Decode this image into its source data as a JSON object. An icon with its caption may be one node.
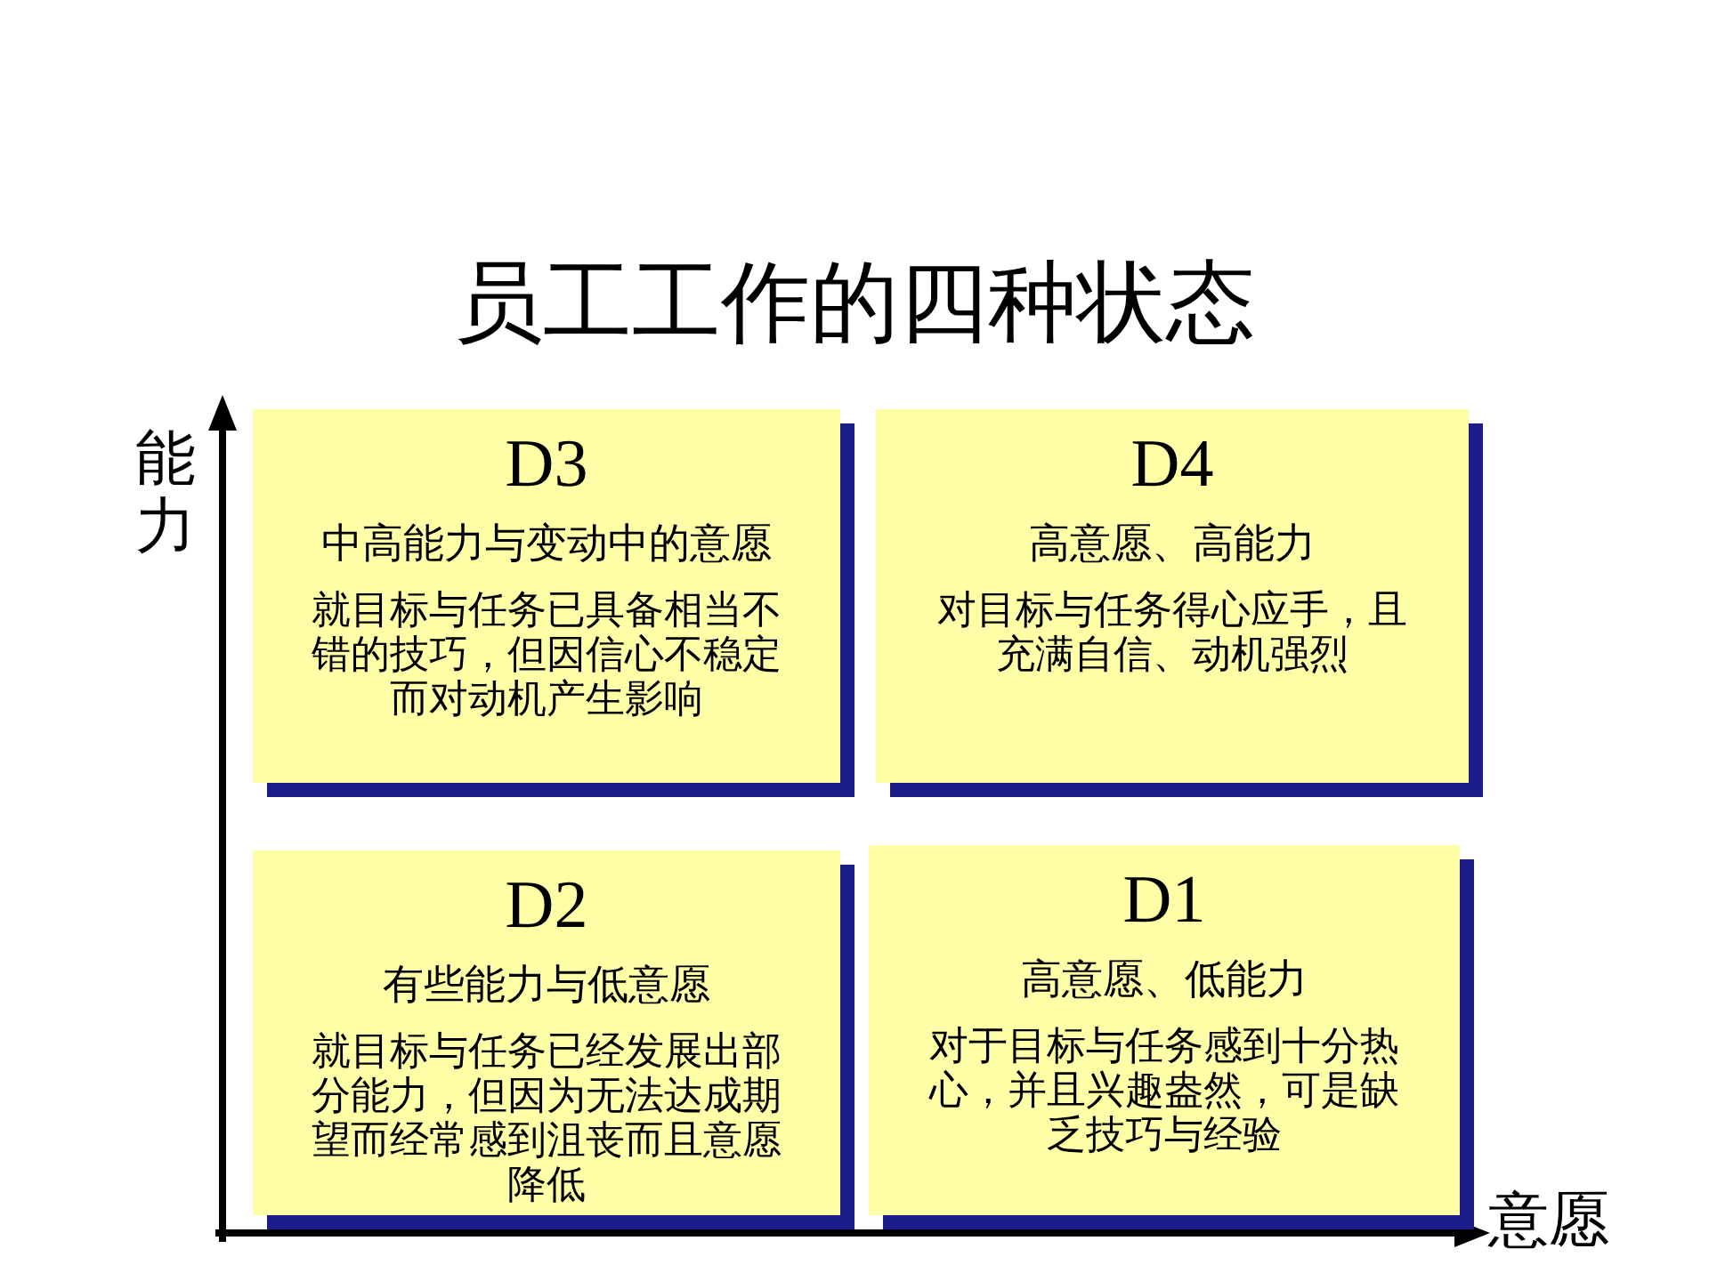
{
  "diagram": {
    "title": "员工工作的四种状态",
    "nodes": [
      {
        "text": [
          "D3",
          "中高能力与变动中的意愿",
          "就目标与任务已具备相当不错的技巧，但因信心不稳定而对动机产生影响"
        ]
      },
      {
        "text": [
          "D4",
          "高意愿、高能力",
          "对目标与任务得心应手，且充满自信、动机强烈"
        ]
      },
      {
        "text": [
          "D2",
          "有些能力与低意愿",
          "就目标与任务已经发展出部分能力，但因为无法达成期望而经常感到沮丧而且意愿降低"
        ]
      },
      {
        "text": [
          "D1",
          "高意愿、低能力",
          "对于目标与任务感到十分热心，并且兴趣盎然，可是缺乏技巧与经验"
        ]
      }
    ],
    "edges": [],
    "labels": [
      "能力",
      "意愿"
    ]
  }
}
